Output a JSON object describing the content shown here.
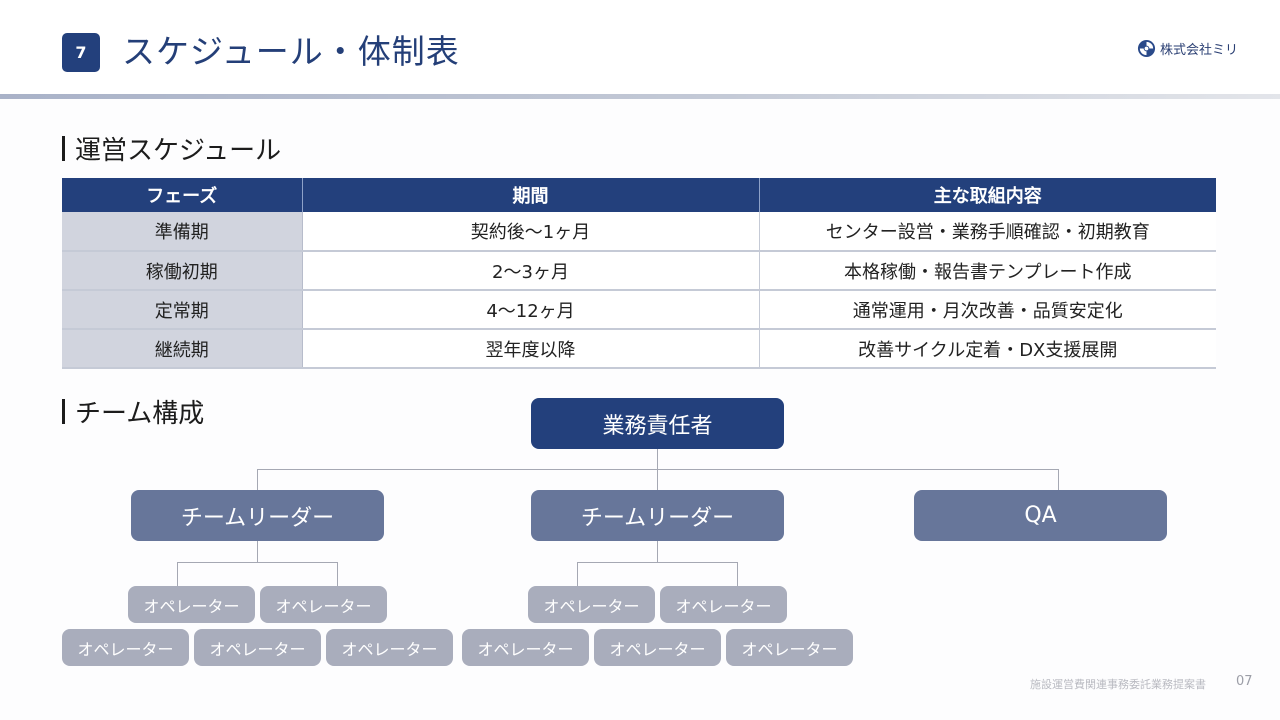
{
  "header": {
    "page_number": "7",
    "title": "スケジュール・体制表",
    "logo_icon": "swirl-logo-icon",
    "company": "株式会社ミリ",
    "accent_color": "#23407c"
  },
  "schedule": {
    "section_title": "運営スケジュール",
    "columns": [
      "フェーズ",
      "期間",
      "主な取組内容"
    ],
    "rows": [
      {
        "phase": "準備期",
        "period": "契約後〜1ヶ月",
        "tasks": "センター設営・業務手順確認・初期教育"
      },
      {
        "phase": "稼働初期",
        "period": "2〜3ヶ月",
        "tasks": "本格稼働・報告書テンプレート作成"
      },
      {
        "phase": "定常期",
        "period": "4〜12ヶ月",
        "tasks": "通常運用・月次改善・品質安定化"
      },
      {
        "phase": "継続期",
        "period": "翌年度以降",
        "tasks": "改善サイクル定着・DX支援展開"
      }
    ]
  },
  "team": {
    "section_title": "チーム構成",
    "head": "業務責任者",
    "groups": [
      {
        "label": "チームリーダー",
        "operators": [
          "オペレーター",
          "オペレーター",
          "オペレーター",
          "オペレーター",
          "オペレーター"
        ]
      },
      {
        "label": "チームリーダー",
        "operators": [
          "オペレーター",
          "オペレーター",
          "オペレーター",
          "オペレーター",
          "オペレーター"
        ]
      },
      {
        "label": "QA",
        "operators": []
      }
    ]
  },
  "footer": {
    "document_title": "施設運営費関連事務委託業務提案書",
    "page": "07"
  }
}
